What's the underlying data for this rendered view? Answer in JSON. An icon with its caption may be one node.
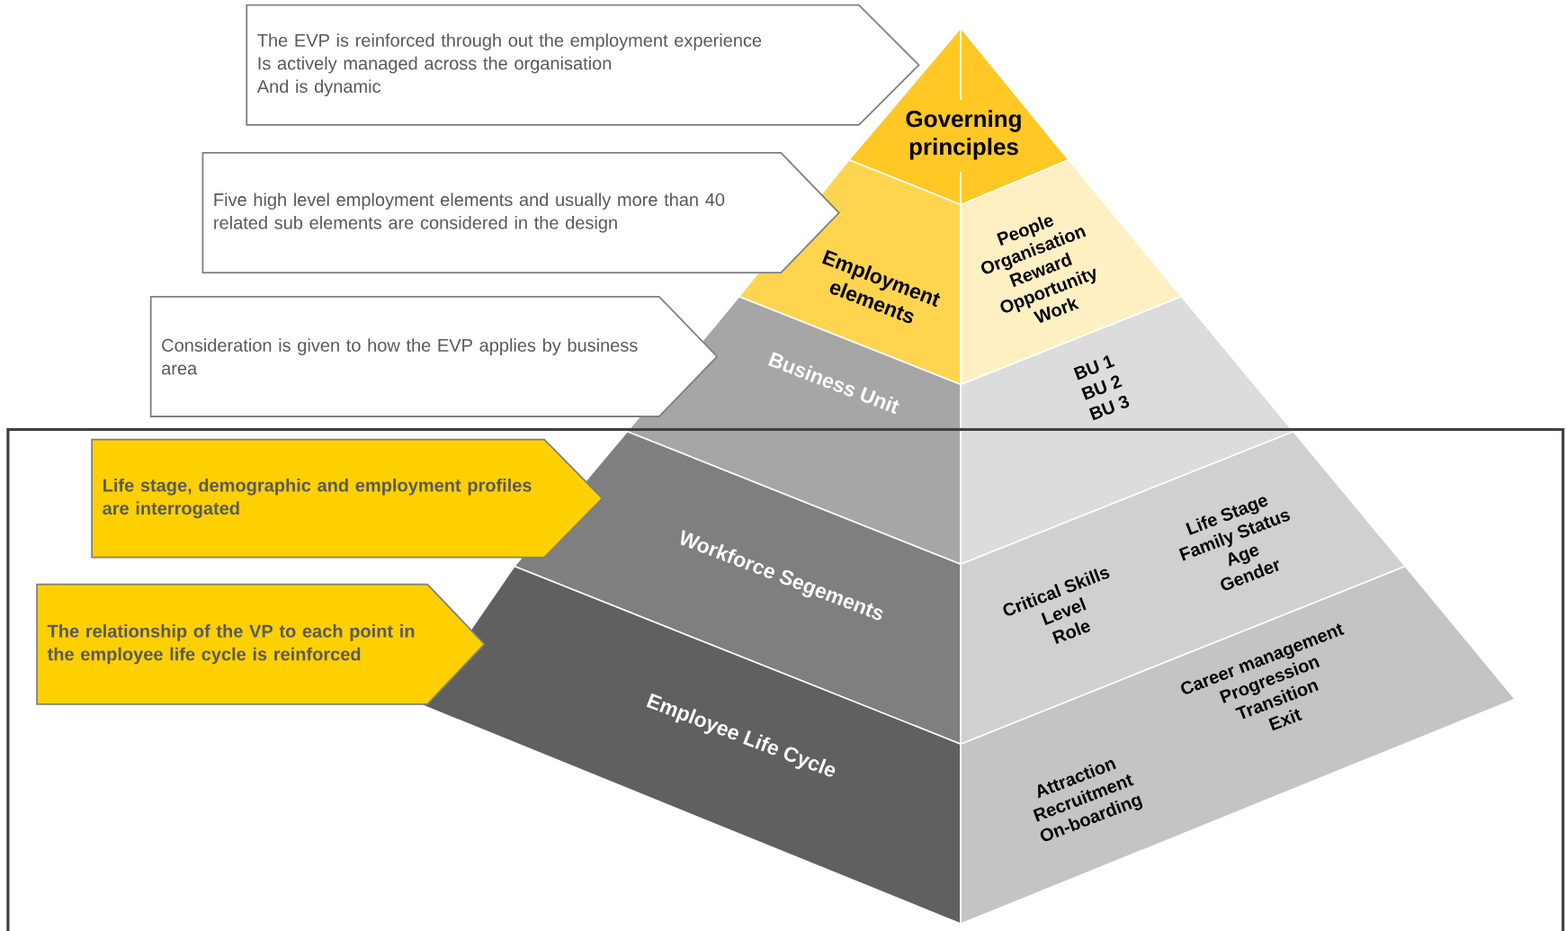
{
  "diagram": {
    "nodes": [
      {
        "text": [
          "The EVP is reinforced through out the employment experience",
          "Is actively managed across the organisation",
          "And is dynamic"
        ]
      },
      {
        "text": [
          "Governing principles"
        ]
      },
      {
        "text": [
          "Five high level employment elements and usually more than 40 related sub elements are considered in the design"
        ]
      },
      {
        "text": [
          "Employment elements"
        ]
      },
      {
        "text": [
          "People",
          "Organisation",
          "Reward",
          "Opportunity",
          "Work"
        ]
      },
      {
        "text": [
          "Consideration is given to how the EVP applies by business area"
        ]
      },
      {
        "text": [
          "Business Unit"
        ]
      },
      {
        "text": [
          "BU 1",
          "BU 2",
          "BU 3"
        ]
      },
      {
        "text": [
          "Life stage, demographic and employment profiles are interrogated"
        ]
      },
      {
        "text": [
          "Workforce Segements"
        ]
      },
      {
        "text": [
          "Critical Skills",
          "Level",
          "Role",
          "Life Stage",
          "Family Status",
          "Age",
          "Gender"
        ]
      },
      {
        "text": [
          "The relationship of the VP to each point in the employee life cycle is reinforced"
        ]
      },
      {
        "text": [
          "Employee Life Cycle"
        ]
      },
      {
        "text": [
          "Attraction",
          "Recruitment",
          "On-boarding",
          "Career management",
          "Progression",
          "Transition",
          "Exit"
        ]
      }
    ]
  }
}
